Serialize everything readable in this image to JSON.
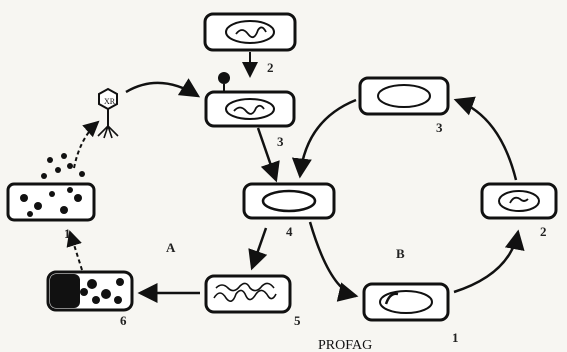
{
  "diagram": {
    "cycle_labels": {
      "left": "A",
      "right": "B"
    },
    "left_cycle_steps": [
      "1",
      "2",
      "3",
      "4",
      "5",
      "6"
    ],
    "right_cycle_steps": [
      "1",
      "2",
      "3"
    ],
    "caption": "PROFAG"
  }
}
